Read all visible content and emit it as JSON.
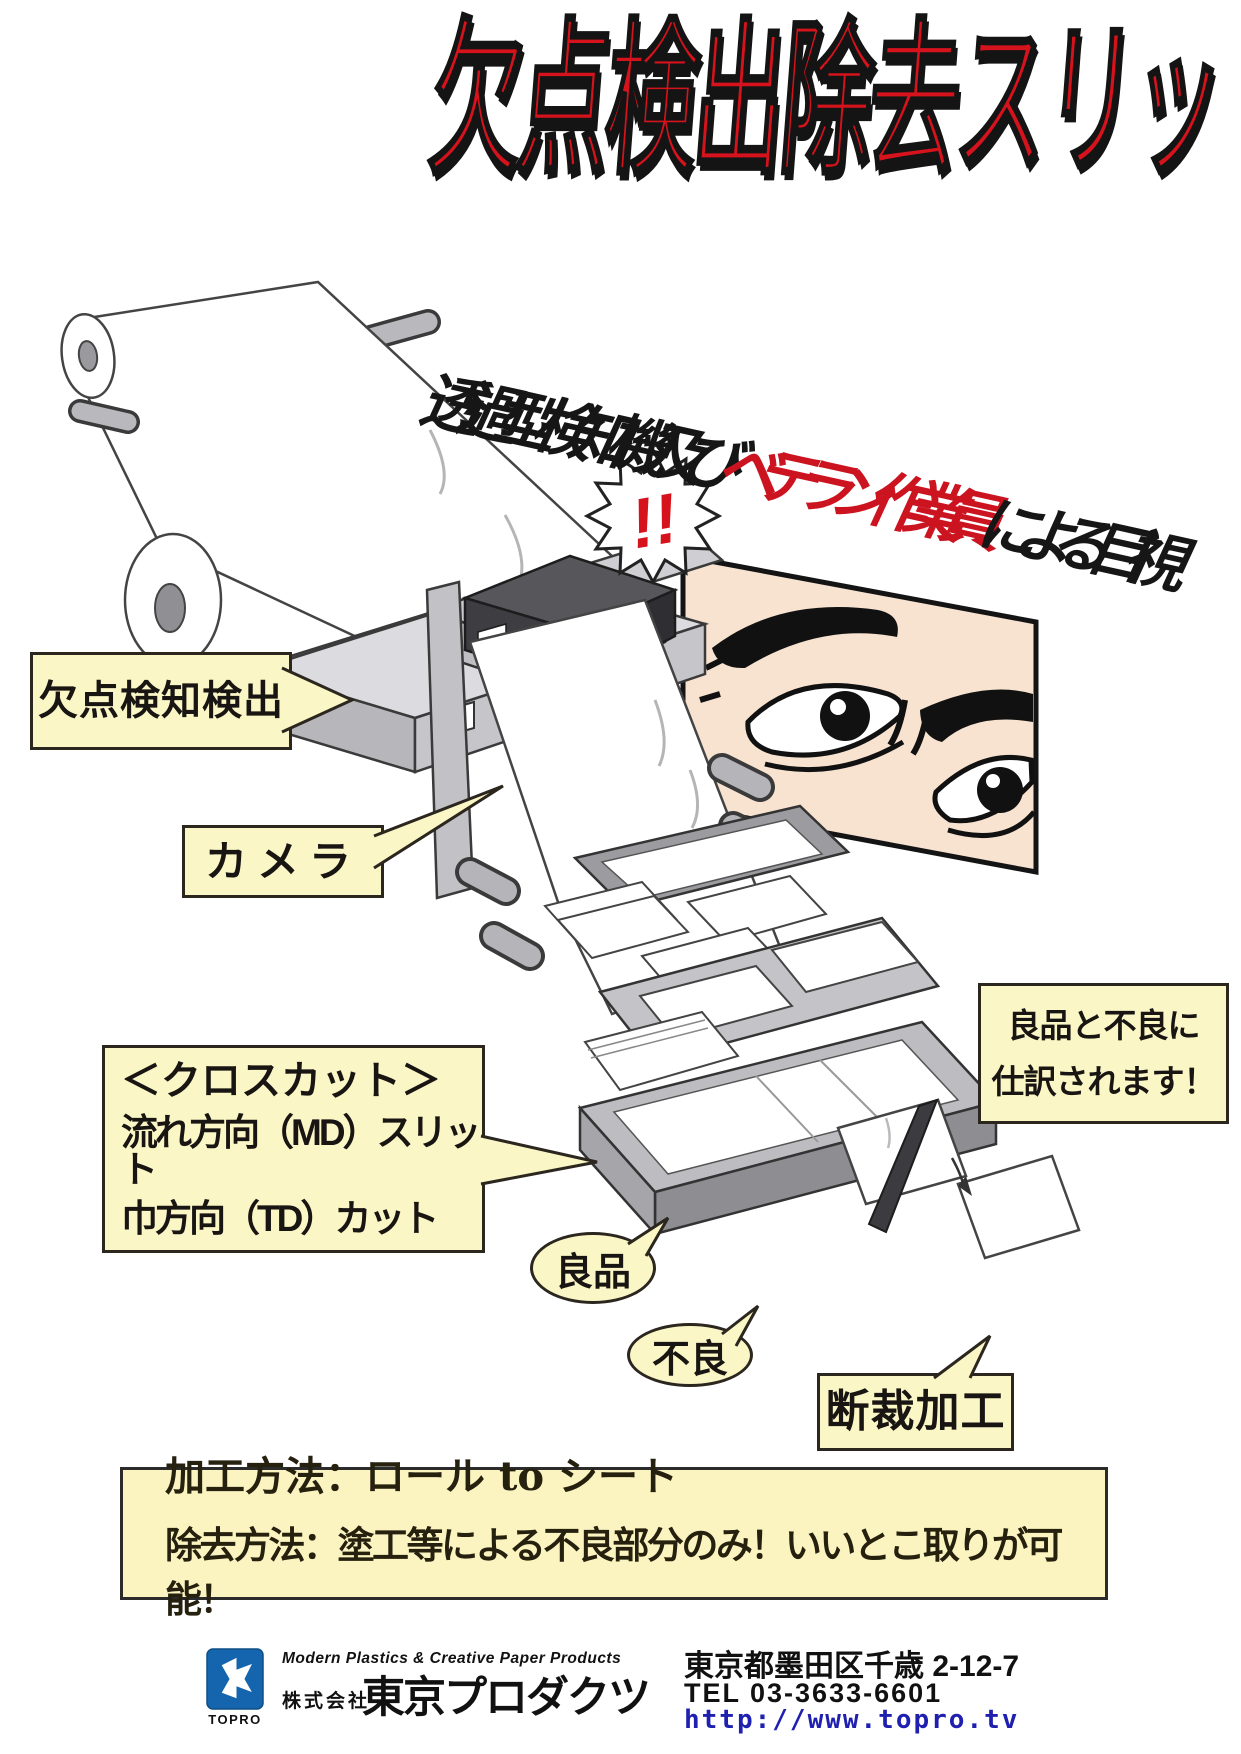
{
  "title": "欠点検出除去スリットカット加工",
  "tagline": {
    "part1": "透過型検知機及び",
    "part2": "ベテラン作業員",
    "part3": "による目視"
  },
  "burst_text": "!!",
  "callouts": {
    "defect_detection": "欠点検知検出",
    "camera": "カメラ",
    "crosscut": {
      "line1": "＜クロスカット＞",
      "line2": "流れ方向（MD）スリット",
      "line3": "巾方向（TD）カット"
    },
    "sorting": {
      "line1": "良品と不良に",
      "line2": "仕訳されます！"
    },
    "good": "良品",
    "defective": "不良",
    "cutting": "断裁加工"
  },
  "process_box": {
    "line1": "加工方法：ロール to シート",
    "line2": "除去方法：塗工等による不良部分のみ！いいとこ取りが可能！"
  },
  "footer": {
    "logo_text": "TOPRO",
    "tagline_en": "Modern Plastics & Creative Paper Products",
    "company_prefix": "株式会社",
    "company_name": "東京プロダクツ",
    "address": "東京都墨田区千歳 2-12-7",
    "tel": "TEL   03-3633-6601",
    "url": "http://www.topro.tv"
  },
  "colors": {
    "title_red": "#d6131d",
    "accent_red": "#cc1420",
    "callout_yellow": "#fbf6c6",
    "face_skin": "#f8e3d1",
    "logo_blue": "#1565ae",
    "url_blue": "#2020b0"
  }
}
